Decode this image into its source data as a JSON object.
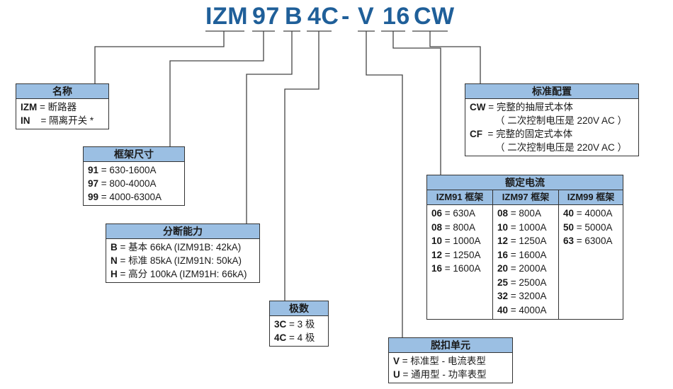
{
  "code": {
    "parts": [
      "IZM",
      "97",
      "B",
      "4C",
      "-",
      "V",
      "16",
      "CW"
    ]
  },
  "name_box": {
    "title": "名称",
    "rows": [
      {
        "key": "IZM",
        "sep": " = ",
        "text": "断路器"
      },
      {
        "key": "IN",
        "sep": "    = ",
        "text": "隔离开关 *"
      }
    ]
  },
  "frame_box": {
    "title": "框架尺寸",
    "rows": [
      {
        "key": "91",
        "sep": " = ",
        "text": "630-1600A"
      },
      {
        "key": "97",
        "sep": " = ",
        "text": "800-4000A"
      },
      {
        "key": "99",
        "sep": " = ",
        "text": "4000-6300A"
      }
    ]
  },
  "breaking_box": {
    "title": "分断能力",
    "rows": [
      {
        "key": "B",
        "sep": " = ",
        "text": "基本 66kA (IZM91B: 42kA)"
      },
      {
        "key": "N",
        "sep": " = ",
        "text": "标准 85kA (IZM91N: 50kA)"
      },
      {
        "key": "H",
        "sep": " = ",
        "text": "高分 100kA (IZM91H: 66kA)"
      }
    ]
  },
  "poles_box": {
    "title": "极数",
    "rows": [
      {
        "key": "3C",
        "sep": " = ",
        "text": "3 极"
      },
      {
        "key": "4C",
        "sep": " = ",
        "text": "4 极"
      }
    ]
  },
  "trip_box": {
    "title": "脱扣单元",
    "rows": [
      {
        "key": "V",
        "sep": " = ",
        "text": "标准型 - 电流表型"
      },
      {
        "key": "U",
        "sep": " = ",
        "text": "通用型 - 功率表型"
      }
    ]
  },
  "config_box": {
    "title": "标准配置",
    "rows": [
      {
        "key": "CW",
        "sep": " = ",
        "text": "完整的抽屉式本体"
      },
      {
        "key": "",
        "sep": "",
        "text": "（ 二次控制电压是 220V AC ）"
      },
      {
        "key": "CF",
        "sep": "  = ",
        "text": "完整的固定式本体"
      },
      {
        "key": "",
        "sep": "",
        "text": "（ 二次控制电压是 220V AC ）"
      }
    ]
  },
  "current_box": {
    "title": "额定电流",
    "columns": [
      {
        "header": "IZM91 框架",
        "rows": [
          {
            "key": "06",
            "text": " = 630A"
          },
          {
            "key": "08",
            "text": " = 800A"
          },
          {
            "key": "10",
            "text": " = 1000A"
          },
          {
            "key": "12",
            "text": " = 1250A"
          },
          {
            "key": "16",
            "text": " = 1600A"
          }
        ]
      },
      {
        "header": "IZM97 框架",
        "rows": [
          {
            "key": "08",
            "text": " = 800A"
          },
          {
            "key": "10",
            "text": " = 1000A"
          },
          {
            "key": "12",
            "text": " = 1250A"
          },
          {
            "key": "16",
            "text": " = 1600A"
          },
          {
            "key": "20",
            "text": " = 2000A"
          },
          {
            "key": "25",
            "text": " = 2500A"
          },
          {
            "key": "32",
            "text": " = 3200A"
          },
          {
            "key": "40",
            "text": " = 4000A"
          }
        ]
      },
      {
        "header": "IZM99 框架",
        "rows": [
          {
            "key": "40",
            "text": " = 4000A"
          },
          {
            "key": "50",
            "text": " = 5000A"
          },
          {
            "key": "63",
            "text": " = 6300A"
          }
        ]
      }
    ]
  }
}
